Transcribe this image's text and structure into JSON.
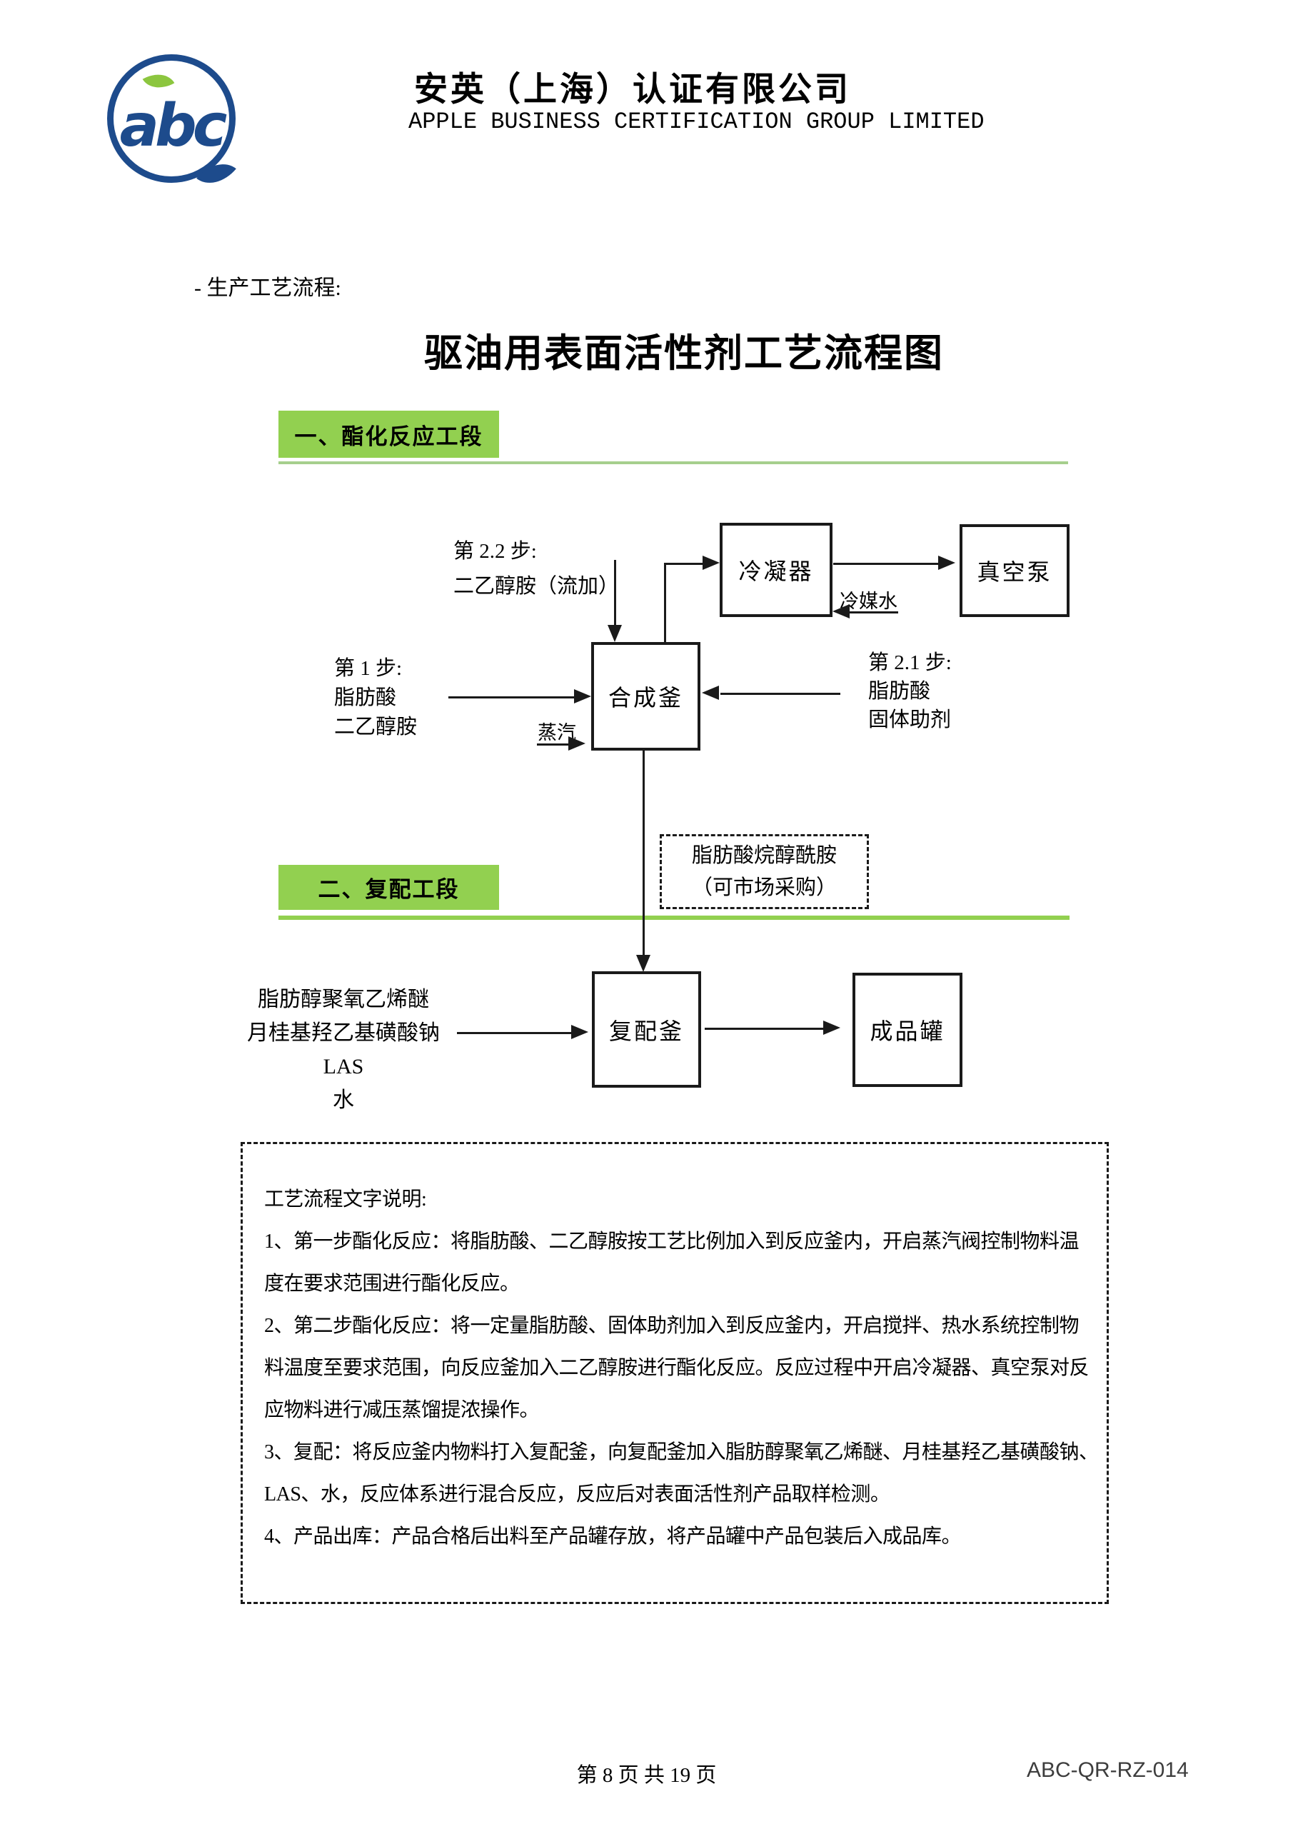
{
  "header": {
    "logo_text": "abc",
    "company_cn": "安英（上海）认证有限公司",
    "company_en": "APPLE BUSINESS CERTIFICATION GROUP LIMITED"
  },
  "intro": {
    "breadcrumb": "- 生产工艺流程:",
    "title": "驱油用表面活性剂工艺流程图"
  },
  "stages": {
    "stage1_label": "一、酯化反应工段",
    "stage2_label": "二、复配工段"
  },
  "diagram": {
    "boxes": {
      "condenser": "冷凝器",
      "vacuum_pump": "真空泵",
      "synthesis_kettle": "合成釜",
      "blend_kettle": "复配釜",
      "product_tank": "成品罐"
    },
    "labels": {
      "step22": [
        "第 2.2 步:",
        "二乙醇胺（流加）"
      ],
      "step1": [
        "第 1 步:",
        "脂肪酸",
        "二乙醇胺"
      ],
      "step21": [
        "第 2.1 步:",
        "脂肪酸",
        "固体助剂"
      ],
      "steam": "蒸汽",
      "coolant": "冷媒水",
      "blend_feeds": [
        "脂肪醇聚氧乙烯醚",
        "月桂基羟乙基磺酸钠",
        "LAS",
        "水"
      ],
      "note": [
        "脂肪酸烷醇酰胺",
        "（可市场采购）"
      ]
    }
  },
  "description": {
    "title": "工艺流程文字说明:",
    "lines": [
      "1、第一步酯化反应：将脂肪酸、二乙醇胺按工艺比例加入到反应釜内，开启蒸汽阀控制物料温",
      "度在要求范围进行酯化反应。",
      "2、第二步酯化反应：将一定量脂肪酸、固体助剂加入到反应釜内，开启搅拌、热水系统控制物",
      "料温度至要求范围，向反应釜加入二乙醇胺进行酯化反应。反应过程中开启冷凝器、真空泵对反",
      "应物料进行减压蒸馏提浓操作。",
      "3、复配：将反应釜内物料打入复配釜，向复配釜加入脂肪醇聚氧乙烯醚、月桂基羟乙基磺酸钠、",
      "LAS、水，反应体系进行混合反应，反应后对表面活性剂产品取样检测。",
      "4、产品出库：产品合格后出料至产品罐存放，将产品罐中产品包装后入成品库。"
    ]
  },
  "footer": {
    "page": "第 8 页 共 19 页",
    "doc_code": "ABC-QR-RZ-014"
  },
  "colors": {
    "green": "#92d050",
    "line_green": "#a6cf8d",
    "logo_blue": "#1d4b8c",
    "leaf_green": "#8cc63f",
    "ink": "#1a1a1a"
  }
}
